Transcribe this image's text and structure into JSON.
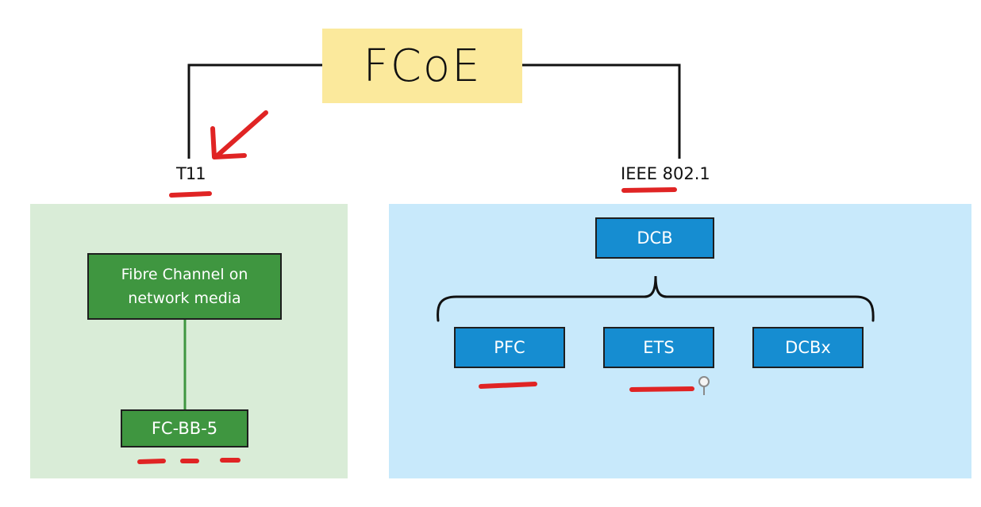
{
  "title": "FCoE",
  "branches": {
    "left": {
      "label": "T11",
      "nodes": {
        "top": "Fibre Channel on network media",
        "bottom": "FC-BB-5"
      }
    },
    "right": {
      "label": "IEEE 802.1",
      "nodes": {
        "parent": "DCB",
        "children": [
          "PFC",
          "ETS",
          "DCBx"
        ]
      }
    }
  },
  "colors": {
    "title_fill": "#fbe99c",
    "green_panel": "#d9ecd7",
    "green_box": "#3f9640",
    "blue_panel": "#c8e9fb",
    "blue_box": "#168dd1",
    "annotation_red": "#e02424",
    "line": "#111111"
  },
  "icons": [
    "arrow-icon",
    "pin-icon"
  ]
}
